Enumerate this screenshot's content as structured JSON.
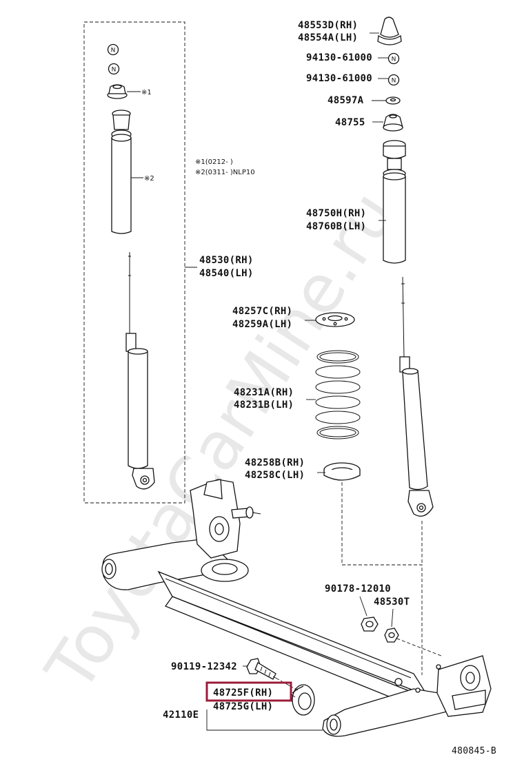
{
  "watermark": "ToyotaCarMine.ru",
  "diagram_code": "480845-B",
  "highlight_color": "#9b1b3a",
  "notes": {
    "mark1": "※1",
    "mark2": "※2",
    "note1": "※1(0212-      )",
    "note2": "※2(0311-      )NLP10"
  },
  "n_mark": "N",
  "parts": {
    "cap_rh": "48553D(RH)",
    "cap_lh": "48554A(LH)",
    "nut_top": "94130-61000",
    "nut_second": "94130-61000",
    "washer": "48597A",
    "cushion": "48755",
    "bumper_rh": "48750H(RH)",
    "bumper_lh": "48760B(LH)",
    "absorber_rh": "48530(RH)",
    "absorber_lh": "48540(LH)",
    "upper_insulator_rh": "48257C(RH)",
    "upper_insulator_lh": "48259A(LH)",
    "spring_rh": "48231A(RH)",
    "spring_lh": "48231B(LH)",
    "lower_insulator_rh": "48258B(RH)",
    "lower_insulator_lh": "48258C(LH)",
    "bolt_nut": "90178-12010",
    "absorber_kit": "48530T",
    "bolt_axle": "90119-12342",
    "bushing_rh": "48725F(RH)",
    "bushing_lh": "48725G(LH)",
    "beam": "42110E"
  }
}
